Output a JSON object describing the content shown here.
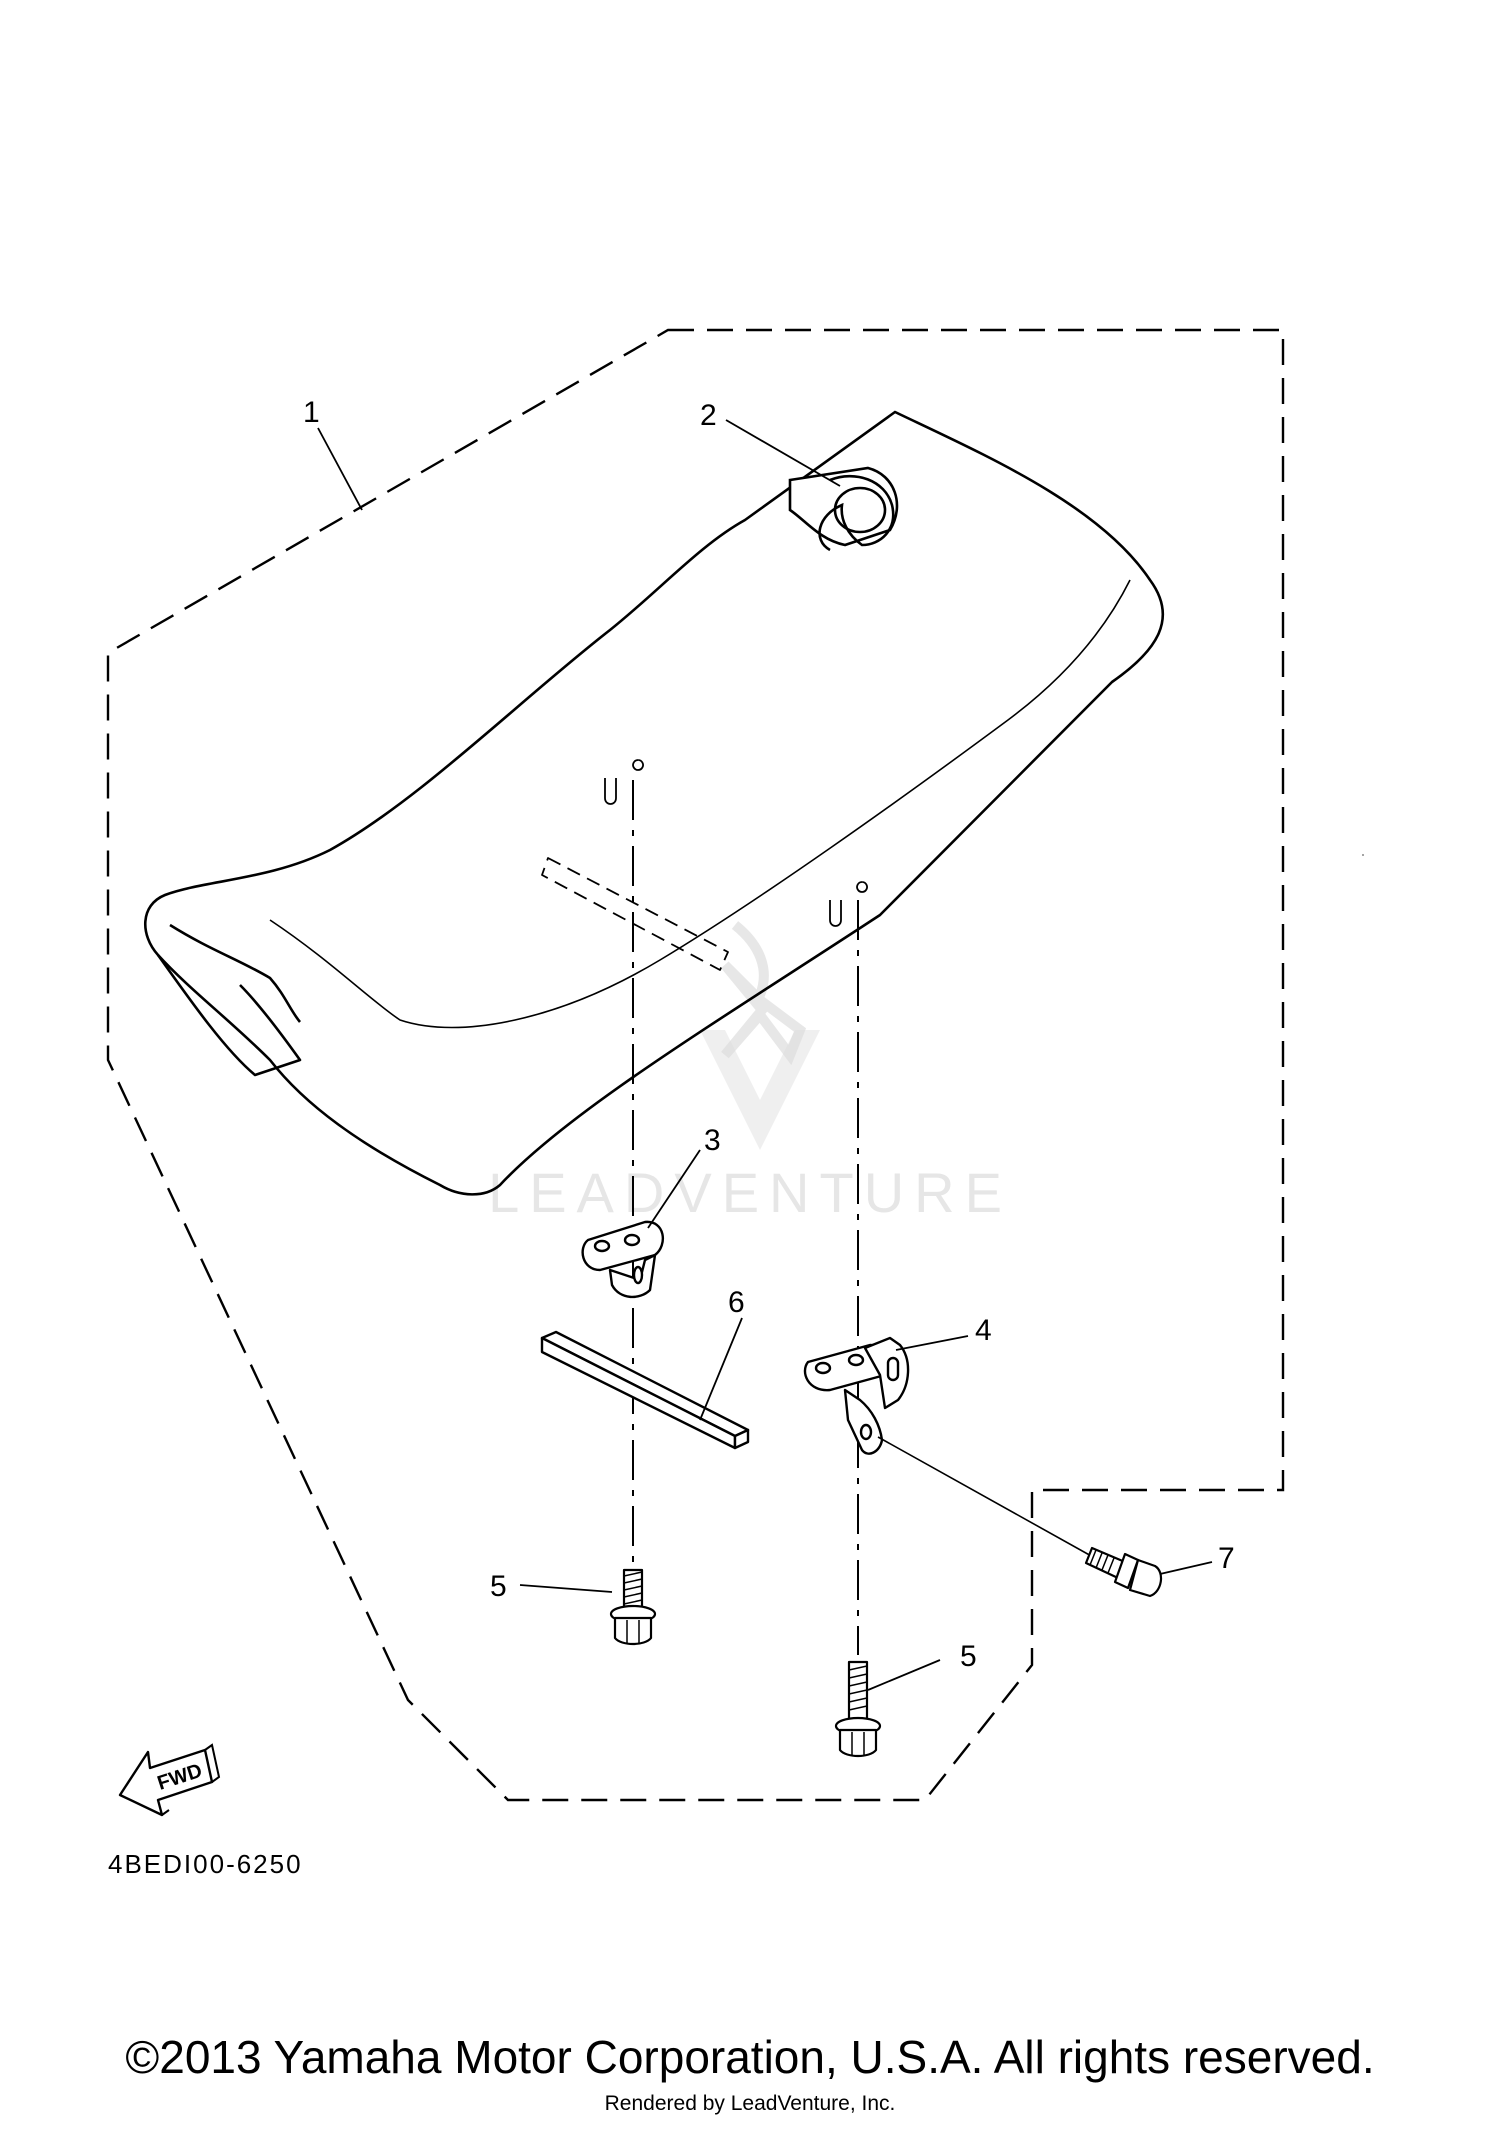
{
  "diagram": {
    "callouts": [
      "1",
      "2",
      "3",
      "4",
      "5",
      "5",
      "6",
      "7"
    ],
    "code": "4BEDI00-6250",
    "fwd_label": "FWD",
    "watermark": "LEADVENTURE"
  },
  "footer": {
    "copyright": "©2013 Yamaha Motor Corporation, U.S.A. All rights reserved.",
    "rendered_by": "Rendered by LeadVenture, Inc."
  }
}
